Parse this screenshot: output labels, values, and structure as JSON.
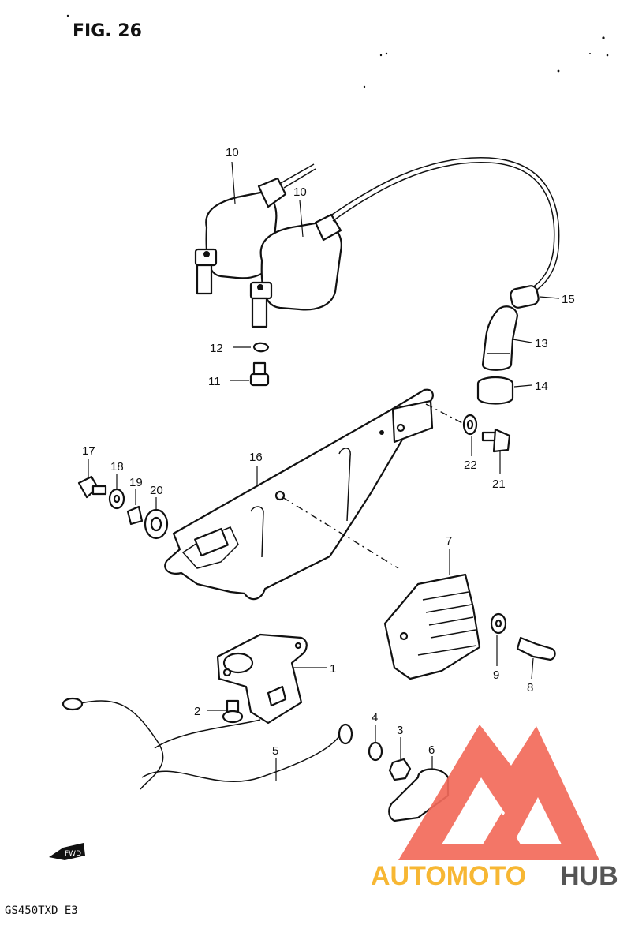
{
  "figure": {
    "title": "FIG. 26",
    "model_code": "GS450TXD E3",
    "fwd_arrow_text": "FWD"
  },
  "watermark": {
    "brand_part1": "AUTOMOTO",
    "brand_part2": "HUB",
    "color_primary": "#f26b5b",
    "color_secondary": "#f7b733",
    "color_dark": "#555555"
  },
  "parts": [
    {
      "id": "p1",
      "number": "1"
    },
    {
      "id": "p2",
      "number": "2"
    },
    {
      "id": "p3",
      "number": "3"
    },
    {
      "id": "p4",
      "number": "4"
    },
    {
      "id": "p5",
      "number": "5"
    },
    {
      "id": "p6",
      "number": "6"
    },
    {
      "id": "p7",
      "number": "7"
    },
    {
      "id": "p8",
      "number": "8"
    },
    {
      "id": "p9",
      "number": "9"
    },
    {
      "id": "p10a",
      "number": "10"
    },
    {
      "id": "p10b",
      "number": "10"
    },
    {
      "id": "p11",
      "number": "11"
    },
    {
      "id": "p12",
      "number": "12"
    },
    {
      "id": "p13",
      "number": "13"
    },
    {
      "id": "p14",
      "number": "14"
    },
    {
      "id": "p15",
      "number": "15"
    },
    {
      "id": "p16",
      "number": "16"
    },
    {
      "id": "p17",
      "number": "17"
    },
    {
      "id": "p18",
      "number": "18"
    },
    {
      "id": "p19",
      "number": "19"
    },
    {
      "id": "p20",
      "number": "20"
    },
    {
      "id": "p21",
      "number": "21"
    },
    {
      "id": "p22",
      "number": "22"
    }
  ]
}
